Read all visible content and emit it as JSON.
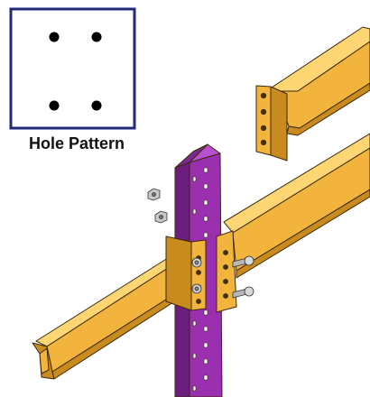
{
  "hole_pattern": {
    "caption": "Hole Pattern",
    "hole_count": 4,
    "frame_color": "#1f2a7a"
  },
  "colors": {
    "beam": "#f2b43c",
    "beam_light": "#ffd674",
    "beam_dark": "#c98a1e",
    "upright": "#9a2fb0",
    "upright_dark": "#6d1c80",
    "outline": "#3a2a0a",
    "bolt": "#b8b8b8"
  },
  "components": [
    "upright-post",
    "step-beam",
    "beam-connector-plate",
    "bolts",
    "nuts"
  ]
}
